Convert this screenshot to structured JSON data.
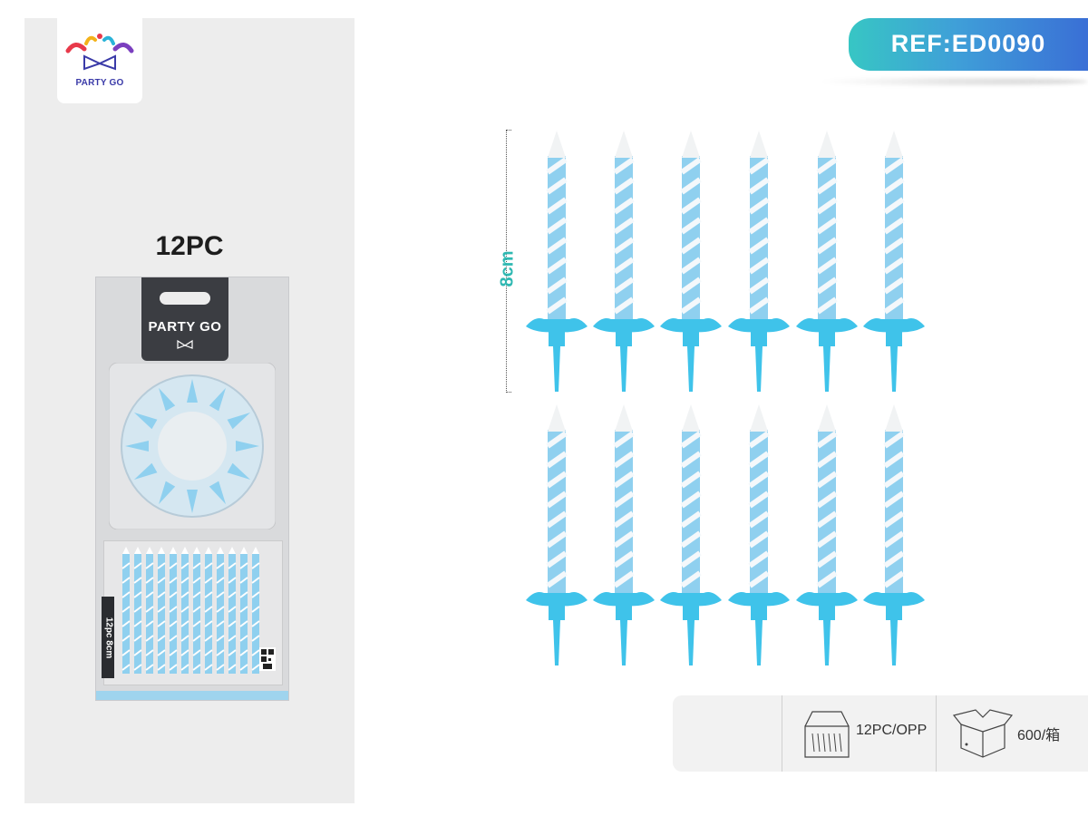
{
  "brand": {
    "logo_text": "PARTY GO",
    "tag_text": "PARTY GO"
  },
  "product": {
    "quantity_label": "12PC",
    "ref_label": "REF:ED0090",
    "size_label": "8cm",
    "pack_label": "12pc  8cm"
  },
  "packaging": {
    "inner_pack": "12PC/OPP",
    "carton_qty": "600/箱",
    "inner_icon": "display-box-icon",
    "carton_icon": "carton-box-icon"
  },
  "colors": {
    "candle_blue": "#8fd0ef",
    "holder_blue": "#3fc3ea",
    "ref_badge_start": "#37c6c4",
    "ref_badge_end": "#3a6fd6",
    "dimension_teal": "#2fb8b2"
  }
}
